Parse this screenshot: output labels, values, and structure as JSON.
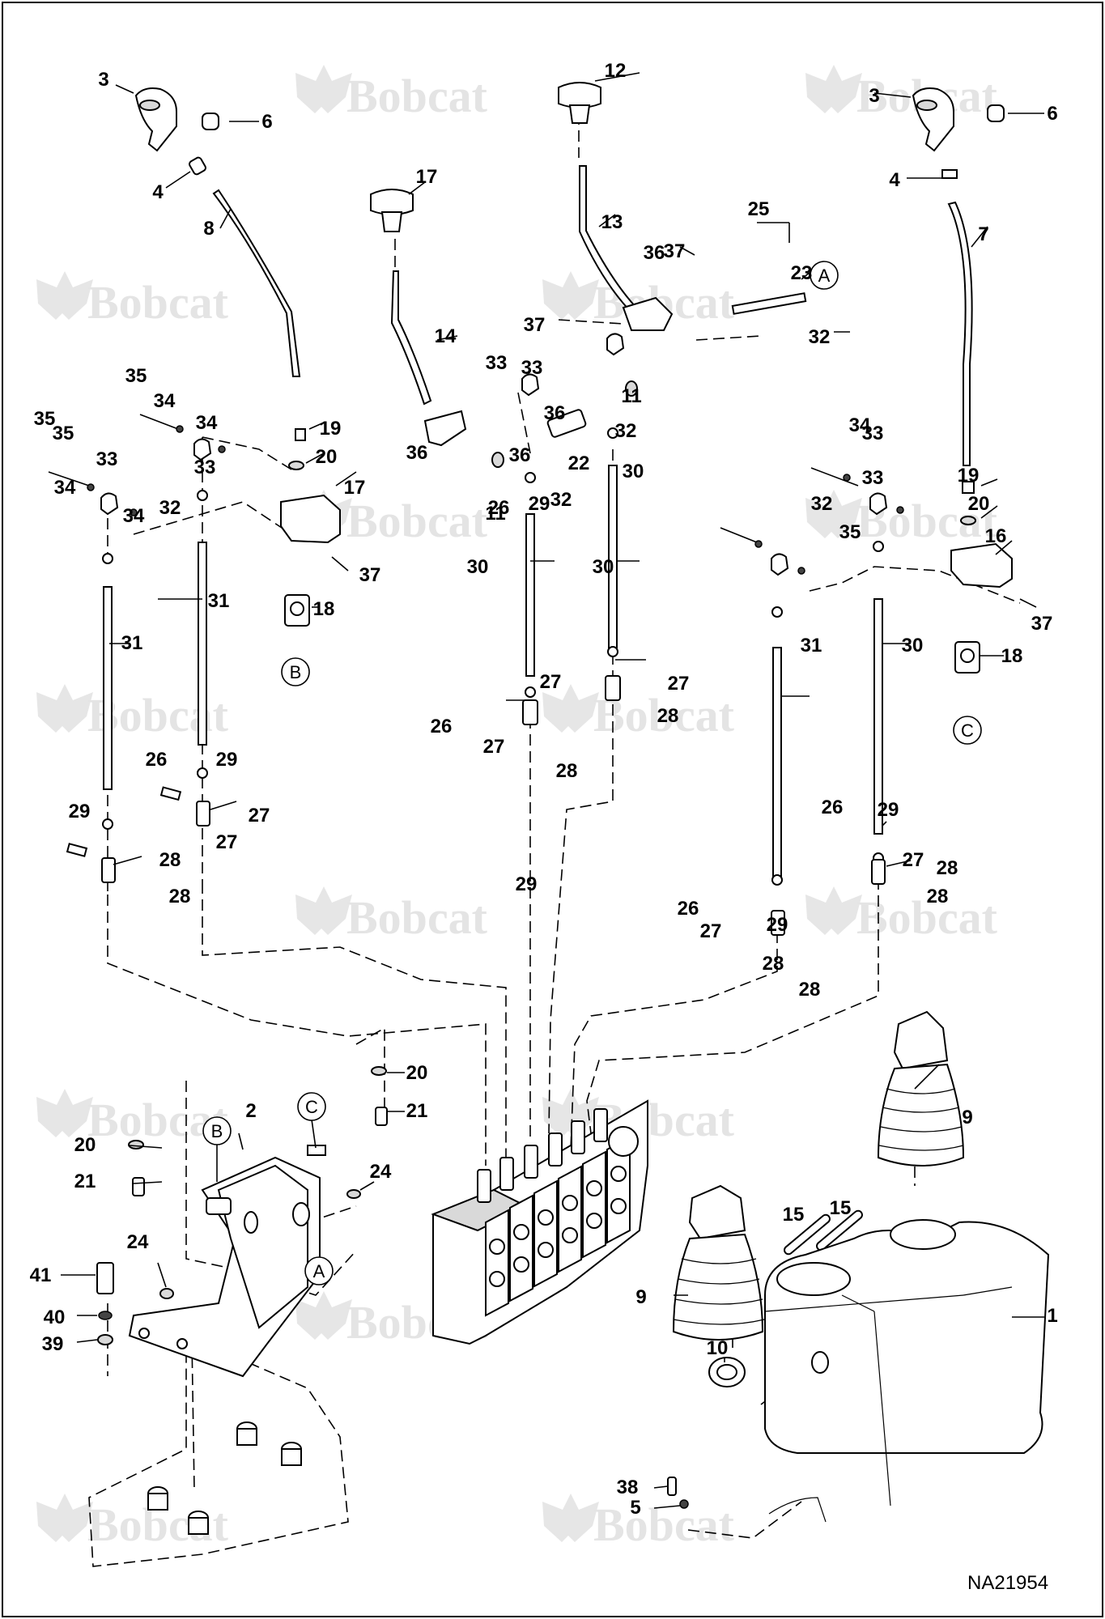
{
  "watermark": "Bobcat",
  "diagram_code": "NA21954",
  "callouts": [
    "1",
    "2",
    "3",
    "4",
    "5",
    "6",
    "7",
    "8",
    "9",
    "10",
    "11",
    "12",
    "13",
    "14",
    "15",
    "16",
    "17",
    "18",
    "19",
    "20",
    "21",
    "22",
    "23",
    "24",
    "25",
    "26",
    "27",
    "28",
    "29",
    "30",
    "31",
    "32",
    "33",
    "34",
    "35",
    "36",
    "37",
    "38",
    "39",
    "40",
    "41"
  ],
  "reference_letters": [
    "A",
    "B",
    "C"
  ]
}
